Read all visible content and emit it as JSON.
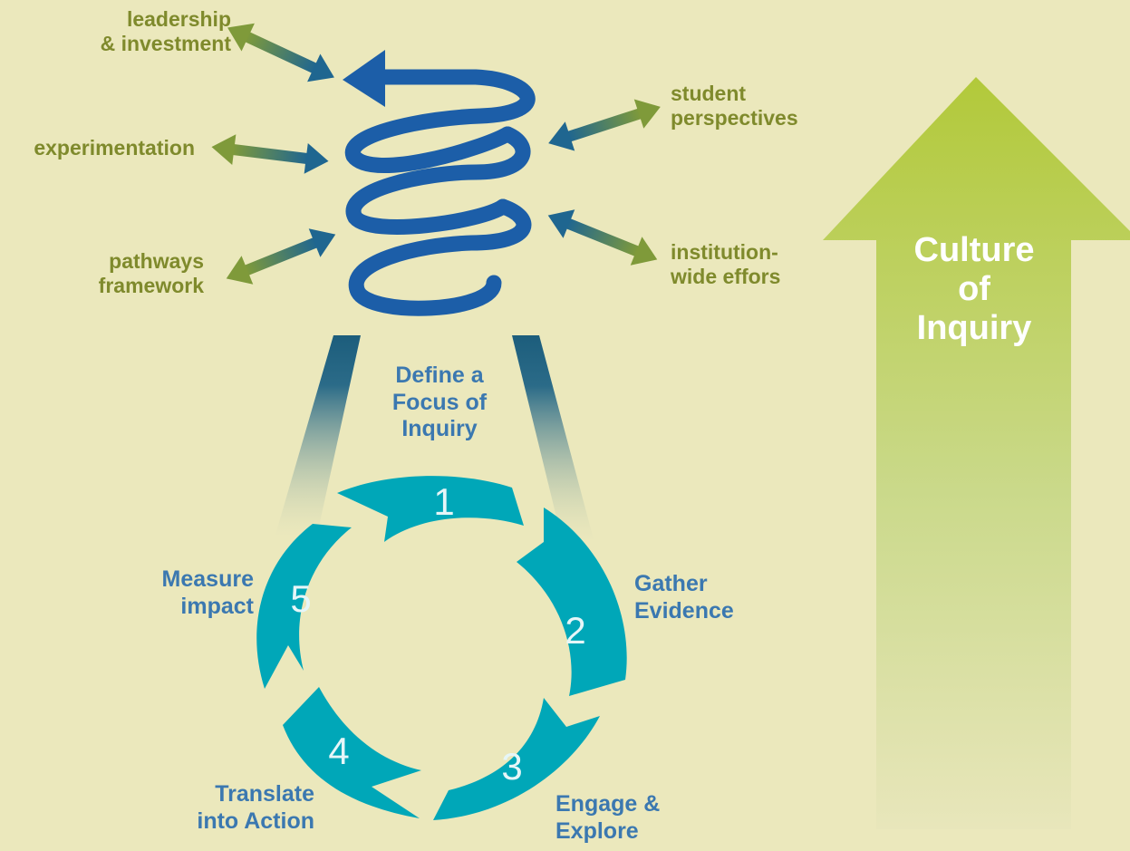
{
  "influences_left": [
    {
      "text": "leadership\n& investment"
    },
    {
      "text": "experimentation"
    },
    {
      "text": "pathways\nframework"
    }
  ],
  "influences_right": [
    {
      "text": "student\nperspectives"
    },
    {
      "text": "institution-\nwide effors"
    }
  ],
  "cycle_steps": [
    {
      "number": "1",
      "label": "Define a\nFocus of\nInquiry"
    },
    {
      "number": "2",
      "label": "Gather\nEvidence"
    },
    {
      "number": "3",
      "label": "Engage &\nExplore"
    },
    {
      "number": "4",
      "label": "Translate\ninto Action"
    },
    {
      "number": "5",
      "label": "Measure\nimpact"
    }
  ],
  "culture_label": "Culture\nof\nInquiry",
  "colors": {
    "background": "#ebe8bc",
    "spiral": "#1c5ea8",
    "cycle": "#00a7b8",
    "olive_text": "#7f8a2c",
    "blue_text": "#3b78b0",
    "big_arrow": "#b5cb3b"
  }
}
